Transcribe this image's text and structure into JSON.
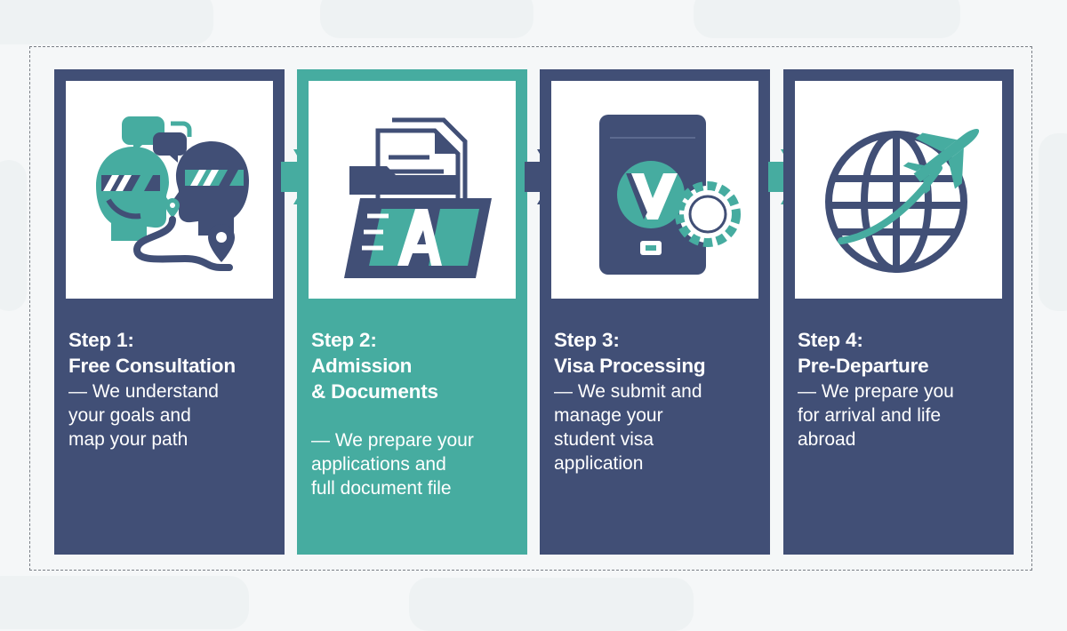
{
  "colors": {
    "navy": "#414f76",
    "teal": "#46aca0",
    "white": "#ffffff",
    "background": "#f5f7f8"
  },
  "steps": [
    {
      "title": "Step 1:\nFree Consultation",
      "description": "— We understand\nyour goals and\nmap your path",
      "color": "navy",
      "icon": "consultation-heads-icon"
    },
    {
      "title": "Step 2:\nAdmission\n& Documents",
      "description": "— We prepare your\napplications and\nfull document file",
      "color": "teal",
      "icon": "document-folder-icon"
    },
    {
      "title": "Step 3:\nVisa Processing",
      "description": "— We submit and\nmanage your\nstudent visa\napplication",
      "color": "navy",
      "icon": "passport-icon"
    },
    {
      "title": "Step 4:\nPre-Departure",
      "description": "— We prepare you\nfor arrival and life\nabroad",
      "color": "navy",
      "icon": "globe-airplane-icon"
    }
  ],
  "connectors": [
    "arrow-right-icon",
    "arrow-right-icon",
    "arrow-right-icon"
  ]
}
